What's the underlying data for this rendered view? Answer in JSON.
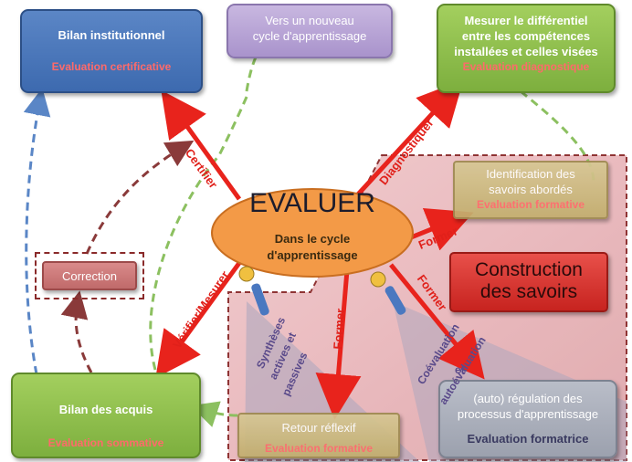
{
  "center": {
    "title": "EVALUER",
    "subtitle_line1": "Dans le cycle",
    "subtitle_line2": "d'apprentissage"
  },
  "bilan_institutionnel": {
    "title": "Bilan institutionnel",
    "subtitle": "Evaluation certificative"
  },
  "nouveau_cycle": {
    "line1": "Vers un nouveau",
    "line2": "cycle d'apprentissage"
  },
  "mesurer": {
    "line1": "Mesurer le différentiel",
    "line2": "entre les compétences",
    "line3": "installées et celles visées",
    "subtitle": "Evaluation diagnostique"
  },
  "identification": {
    "line1": "Identification des",
    "line2": "savoirs abordés",
    "subtitle": "Evaluation formative"
  },
  "construction": {
    "line1": "Construction",
    "line2": "des savoirs"
  },
  "correction": {
    "label": "Correction"
  },
  "bilan_acquis": {
    "title": "Bilan des acquis",
    "subtitle": "Evaluation sommative"
  },
  "retour": {
    "title": "Retour réflexif",
    "subtitle": "Evaluation formative"
  },
  "regulation": {
    "line1": "(auto) régulation des",
    "line2": "processus d'apprentissage",
    "subtitle": "Evaluation formatrice"
  },
  "arrow_labels": {
    "certifier": "Certifier",
    "diagnostiquer": "Diagnostiquer",
    "former_right": "Former",
    "former_down": "Former",
    "former_diag": "Former",
    "verifier": "Vérifier/Mesurer"
  },
  "process_labels": {
    "syntheses1": "Synthèses",
    "syntheses2": "actives et",
    "syntheses3": "passives",
    "coeval1": "Coévaluation",
    "coeval2": "et",
    "coeval3": "autoévaluation"
  },
  "colors": {
    "red_arrow": "#e8231c",
    "green_dash": "#8cc060",
    "blue_dash": "#5a86c6",
    "brown_dash": "#8a3a3a",
    "pink_region": "#e9b8bc"
  }
}
